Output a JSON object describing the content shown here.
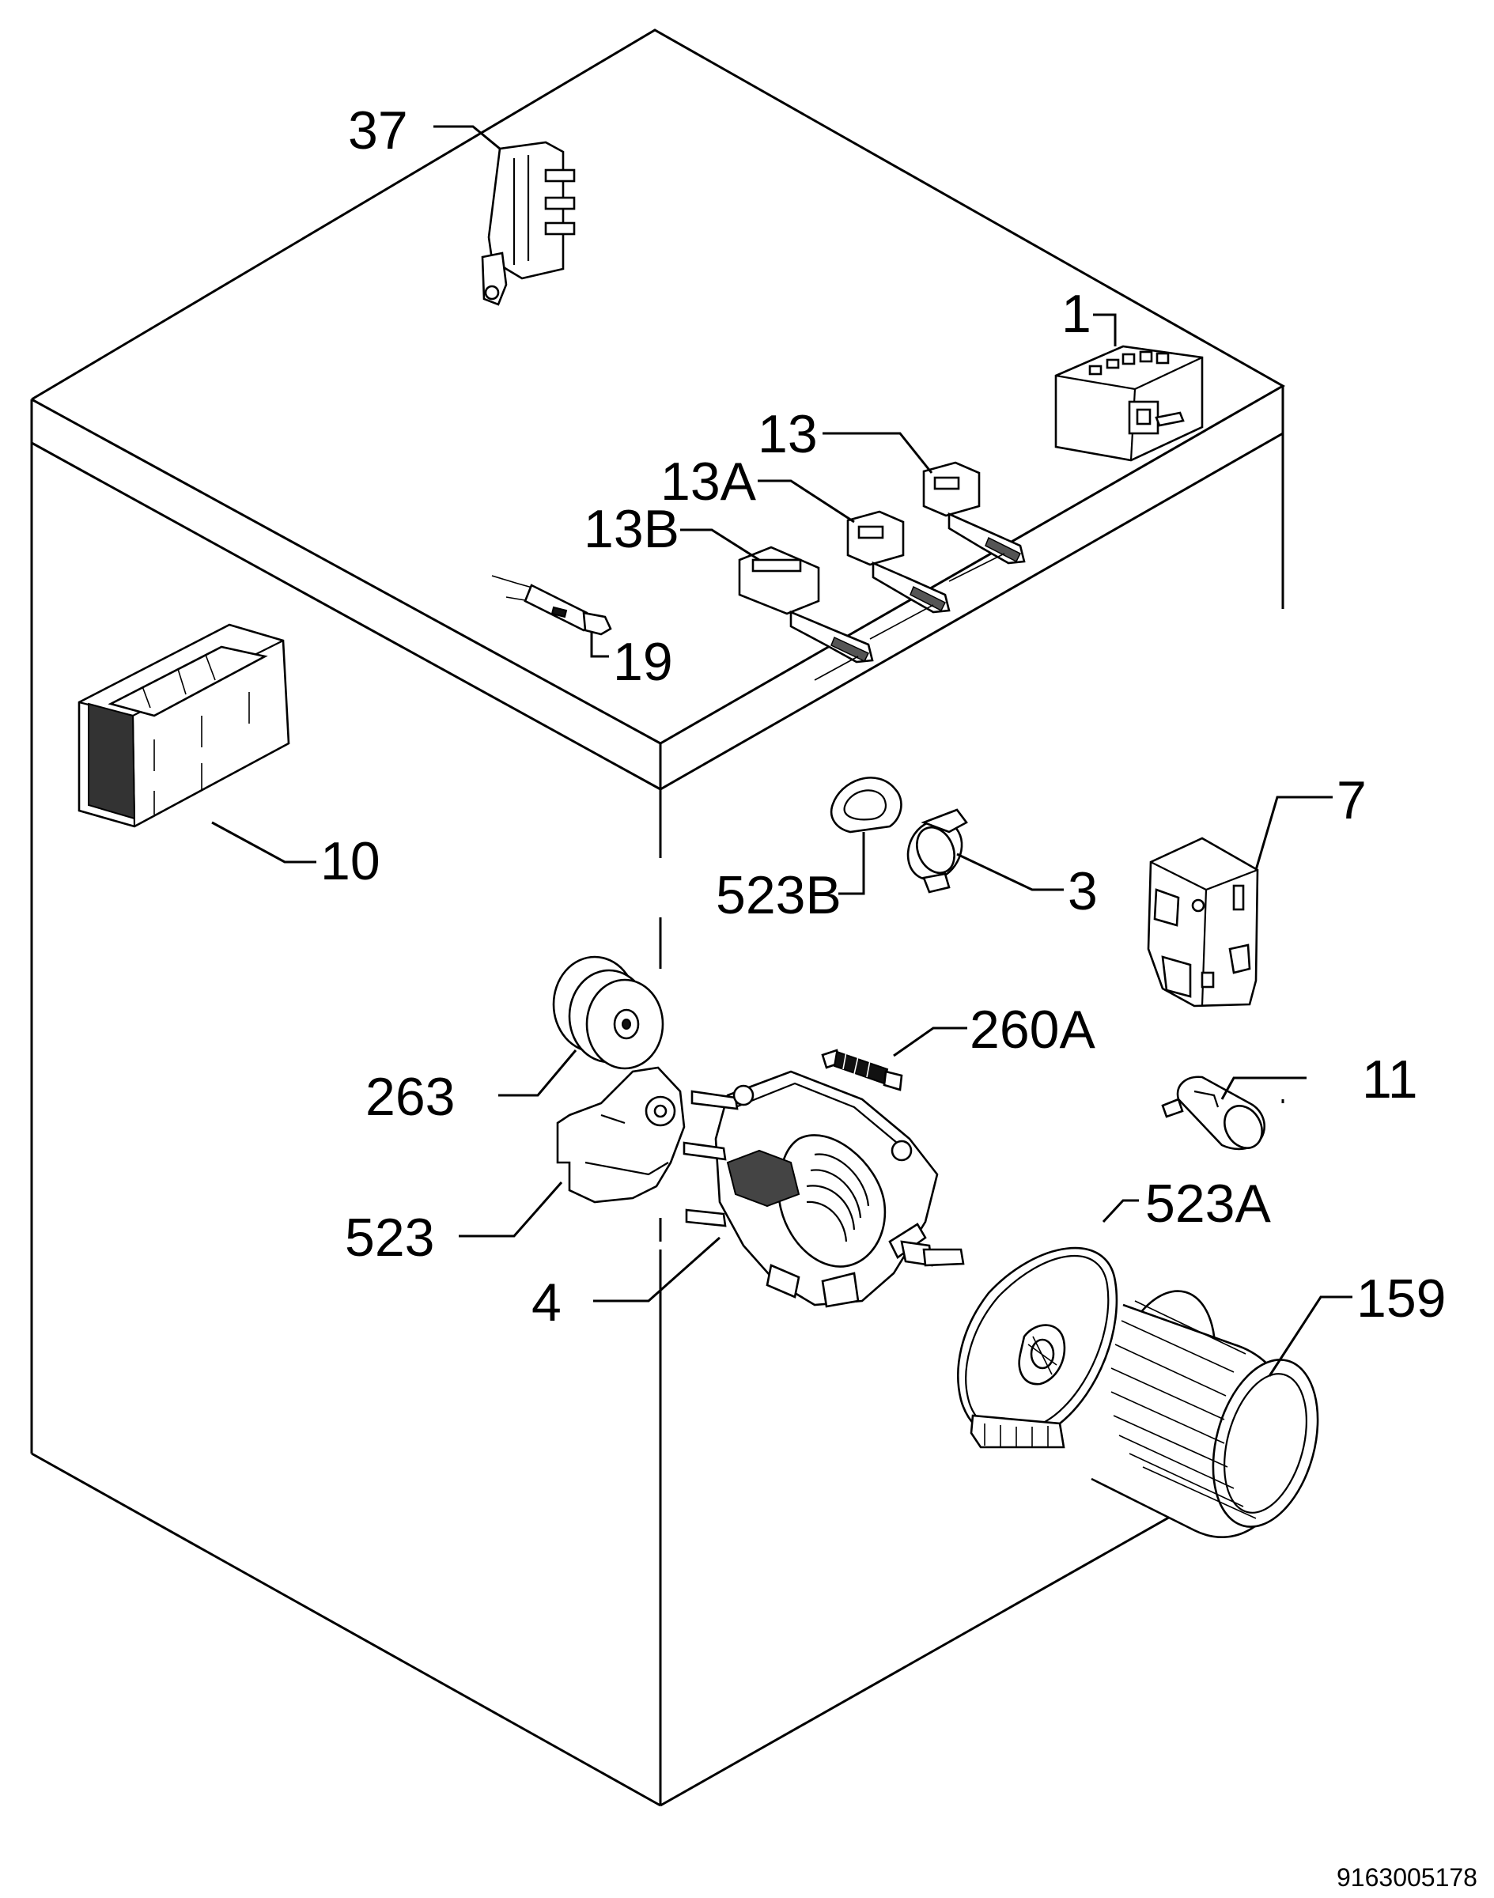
{
  "labels": {
    "p37": "37",
    "p1": "1",
    "p13": "13",
    "p13a": "13A",
    "p13b": "13B",
    "p19": "19",
    "p10": "10",
    "p7": "7",
    "p3": "3",
    "p523b": "523B",
    "p260a": "260A",
    "p263": "263",
    "p11": "11",
    "p523": "523",
    "p523a": "523A",
    "p4": "4",
    "p159": "159"
  },
  "drawing_code": "9163005178"
}
